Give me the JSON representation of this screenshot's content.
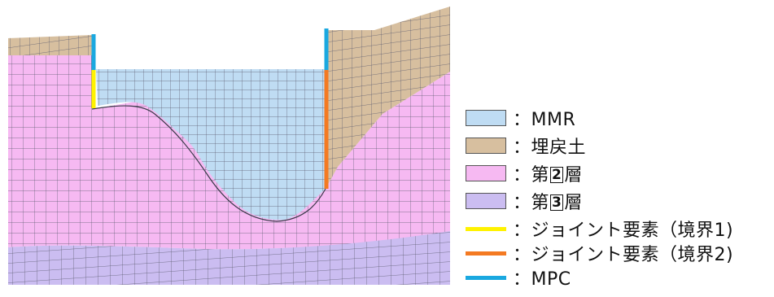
{
  "colors": {
    "mmr": "#bfdcf3",
    "fill_soil": "#d7bf9f",
    "layer2": "#f6b9f2",
    "layer3": "#cbbdf1",
    "mesh_line": "#5a5a6e",
    "joint1": "#fff200",
    "joint2": "#f47a22",
    "mpc": "#1aa8e0"
  },
  "legend": [
    {
      "type": "box",
      "color_key": "mmr",
      "separator": "：",
      "label": "MMR"
    },
    {
      "type": "box",
      "color_key": "fill_soil",
      "separator": "：",
      "label": "埋戻土"
    },
    {
      "type": "box",
      "color_key": "layer2",
      "separator": "：",
      "label_prefix": "第",
      "label_boxed": "2",
      "label_suffix": "層"
    },
    {
      "type": "box",
      "color_key": "layer3",
      "separator": "：",
      "label_prefix": "第",
      "label_boxed": "3",
      "label_suffix": "層"
    },
    {
      "type": "line",
      "color_key": "joint1",
      "separator": "：",
      "label": "ジョイント要素（境界1)"
    },
    {
      "type": "line",
      "color_key": "joint2",
      "separator": "：",
      "label": "ジョイント要素（境界2)"
    },
    {
      "type": "line",
      "color_key": "mpc",
      "separator": "：",
      "label": "MPC"
    }
  ]
}
